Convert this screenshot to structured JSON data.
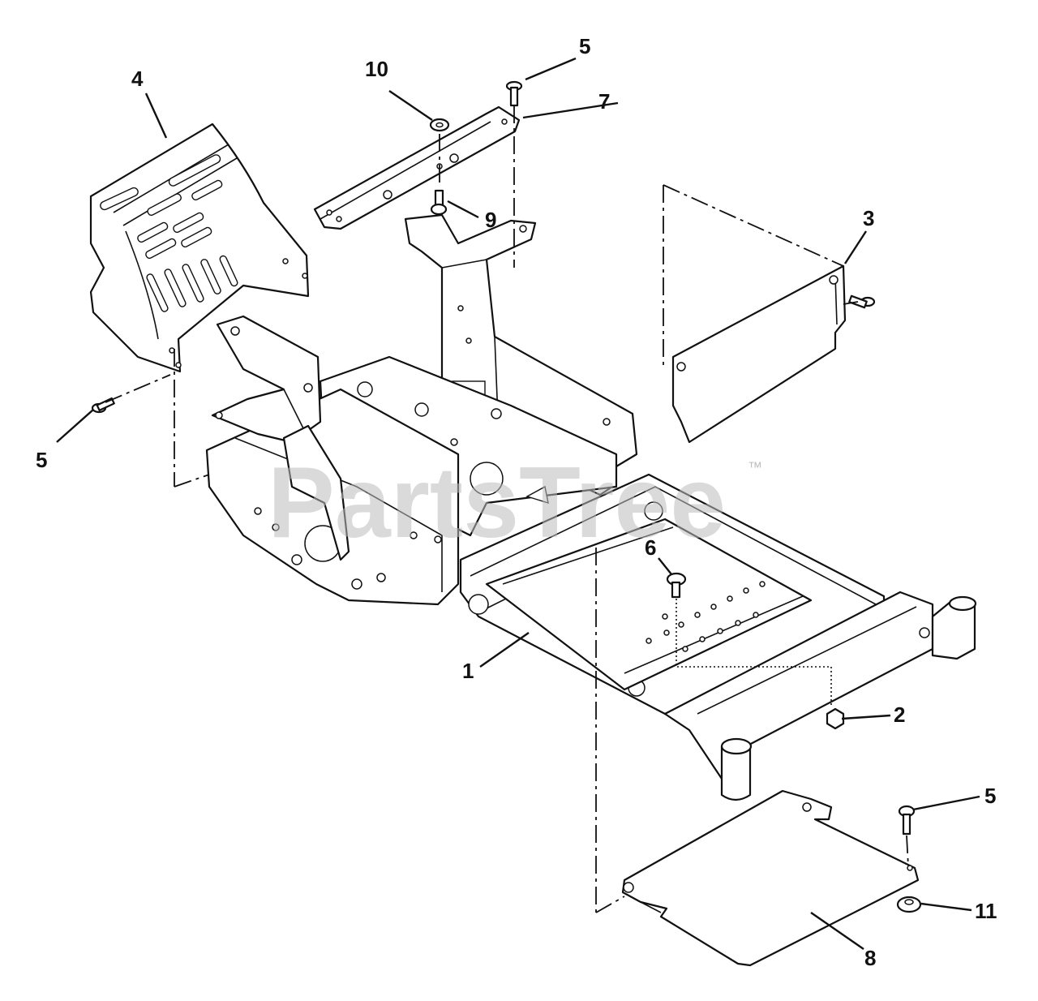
{
  "watermark": {
    "text": "PartsTree",
    "trademark": "™"
  },
  "callouts": [
    {
      "id": "callout-1",
      "label": "1"
    },
    {
      "id": "callout-2",
      "label": "2"
    },
    {
      "id": "callout-3",
      "label": "3"
    },
    {
      "id": "callout-4",
      "label": "4"
    },
    {
      "id": "callout-5-top",
      "label": "5"
    },
    {
      "id": "callout-5-left",
      "label": "5"
    },
    {
      "id": "callout-5-right",
      "label": "5"
    },
    {
      "id": "callout-6",
      "label": "6"
    },
    {
      "id": "callout-7",
      "label": "7"
    },
    {
      "id": "callout-8",
      "label": "8"
    },
    {
      "id": "callout-9",
      "label": "9"
    },
    {
      "id": "callout-10",
      "label": "10"
    },
    {
      "id": "callout-11",
      "label": "11"
    }
  ]
}
